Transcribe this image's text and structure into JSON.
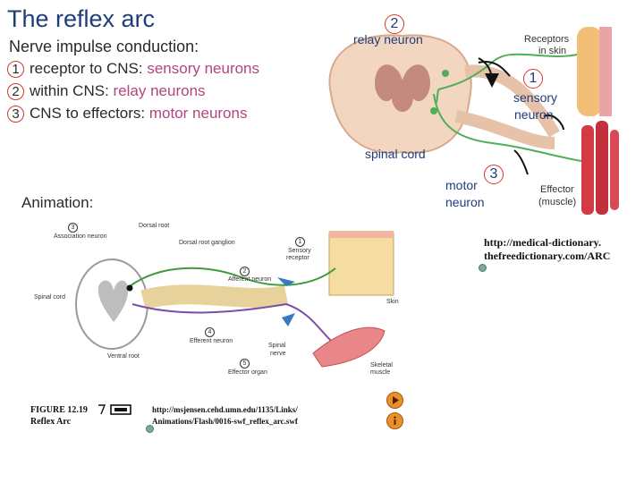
{
  "slide": {
    "title": "The reflex arc",
    "subtitle": "Nerve impulse conduction:",
    "steps": [
      {
        "num": "1",
        "plain": "receptor to CNS: ",
        "highlight": "sensory neurons"
      },
      {
        "num": "2",
        "plain": "within CNS: ",
        "highlight": "relay neurons"
      },
      {
        "num": "3",
        "plain": "CNS to effectors: ",
        "highlight": "motor neurons"
      }
    ],
    "animation_label": "Animation:"
  },
  "top_diagram": {
    "relay_num": "2",
    "relay_label": "relay neuron",
    "receptors_label_1": "Receptors",
    "receptors_label_2": "in skin",
    "sensory_num": "1",
    "sensory_label_1": "sensory",
    "sensory_label_2": "neuron",
    "spinal_cord_label": "spinal cord",
    "motor_num": "3",
    "motor_label_1": "motor",
    "motor_label_2": "neuron",
    "effector_label_1": "Effector",
    "effector_label_2": "(muscle)"
  },
  "bottom_diagram": {
    "labels": {
      "association": "Association neuron",
      "association_num": "3",
      "dorsal_root": "Dorsal root",
      "dorsal_root_ganglion": "Dorsal root ganglion",
      "sensory_receptor_num": "1",
      "sensory_receptor_1": "Sensory",
      "sensory_receptor_2": "receptor",
      "afferent_num": "2",
      "afferent": "Afferent neuron",
      "spinal_cord": "Spinal cord",
      "skin": "Skin",
      "efferent_num": "4",
      "efferent": "Efferent neuron",
      "spinal_nerve_1": "Spinal",
      "spinal_nerve_2": "nerve",
      "ventral_root": "Ventral root",
      "effector_num": "5",
      "effector_organ": "Effector organ",
      "skeletal_1": "Skeletal",
      "skeletal_2": "muscle"
    },
    "figure_label_1": "FIGURE 12.19",
    "figure_label_2": "Reflex Arc",
    "url_1": "http://msjensen.cehd.umn.edu/1135/Links/",
    "url_2": "Animations/Flash/0016-swf_reflex_arc.swf"
  },
  "links": {
    "dictionary_url_1": "http://medical-dictionary.",
    "dictionary_url_2": "thefreedictionary.com/ARC"
  },
  "icons": [
    "play-icon",
    "info-icon",
    "link-bullet-icon",
    "figure-icon"
  ]
}
